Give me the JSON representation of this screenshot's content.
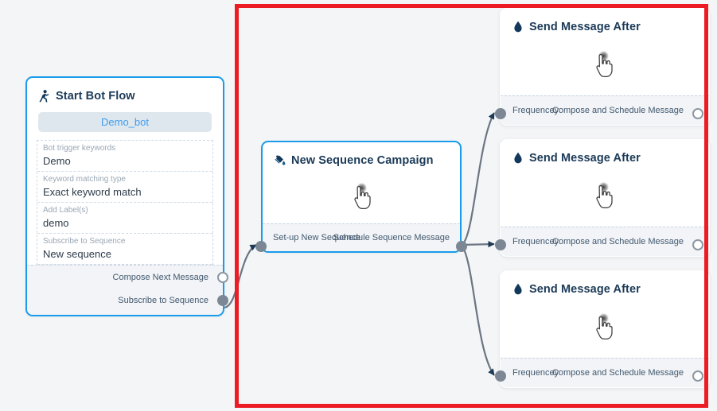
{
  "canvas": {
    "background": "#f4f5f7",
    "accent_blue": "#199ceb",
    "annotation_color": "#ed1c24",
    "port_color": "#7b8794",
    "wire_color": "#6b7682"
  },
  "nodes": {
    "start_bot_flow": {
      "title": "Start Bot Flow",
      "icon": "running-person-icon",
      "bot_pill": "Demo_bot",
      "fields": [
        {
          "label": "Bot trigger keywords",
          "value": "Demo"
        },
        {
          "label": "Keyword matching type",
          "value": "Exact keyword match"
        },
        {
          "label": "Add Label(s)",
          "value": "demo"
        },
        {
          "label": "Subscribe to Sequence",
          "value": "New sequence"
        }
      ],
      "ports": [
        {
          "label": "Compose Next Message",
          "state": "hollow"
        },
        {
          "label": "Subscribe to Sequence",
          "state": "filled"
        }
      ]
    },
    "new_sequence_campaign": {
      "title": "New Sequence Campaign",
      "icon": "paint-bucket-icon",
      "body_icon": "hand-pointer-icon",
      "input_port": {
        "state": "filled"
      },
      "ports": [
        {
          "label": "Set-up New Sequence",
          "state": "none"
        },
        {
          "label": "Schedule Sequence Message",
          "state": "filled"
        }
      ]
    },
    "send_message_after": [
      {
        "title": "Send Message After",
        "icon": "droplet-icon",
        "body_icon": "hand-pointer-icon",
        "in_port_label": "Frequencey",
        "out_port_label": "Compose and Schedule Message",
        "in_state": "filled",
        "out_state": "hollow"
      },
      {
        "title": "Send Message After",
        "icon": "droplet-icon",
        "body_icon": "hand-pointer-icon",
        "in_port_label": "Frequencey",
        "out_port_label": "Compose and Schedule Message",
        "in_state": "filled",
        "out_state": "hollow"
      },
      {
        "title": "Send Message After",
        "icon": "droplet-icon",
        "body_icon": "hand-pointer-icon",
        "in_port_label": "Frequencey",
        "out_port_label": "Compose and Schedule Message",
        "in_state": "filled",
        "out_state": "hollow"
      }
    ]
  }
}
